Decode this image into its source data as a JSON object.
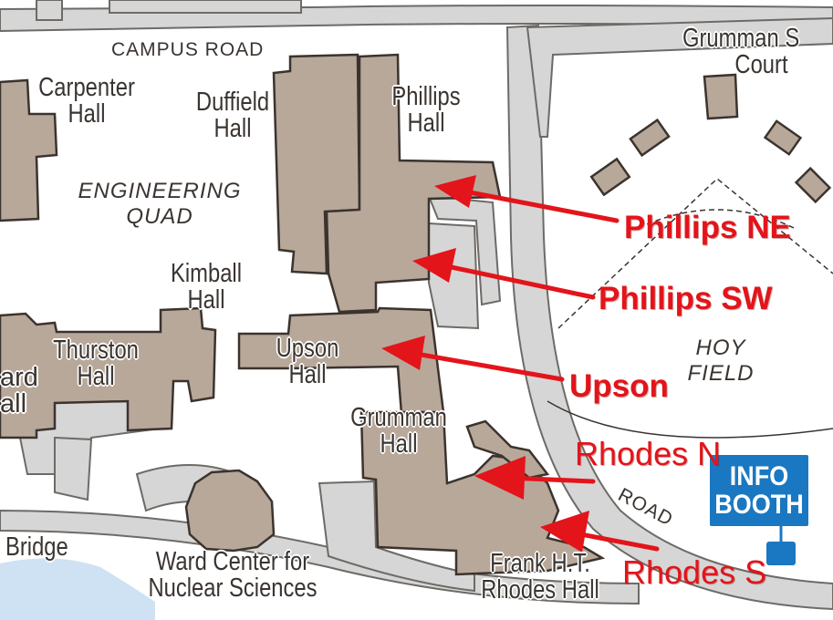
{
  "roads": {
    "campus_road": "CAMPUS ROAD",
    "hoy_road": "ROAD"
  },
  "areas": {
    "engineering_quad": [
      "ENGINEERING",
      "QUAD"
    ],
    "hoy_field": [
      "HOY",
      "FIELD"
    ]
  },
  "buildings": {
    "carpenter": [
      "Carpenter",
      "Hall"
    ],
    "duffield": [
      "Duffield",
      "Hall"
    ],
    "phillips": [
      "Phillips",
      "Hall"
    ],
    "kimball": [
      "Kimball",
      "Hall"
    ],
    "thurston": [
      "Thurston",
      "Hall"
    ],
    "ward_partial": [
      "ard",
      "all"
    ],
    "upson": [
      "Upson",
      "Hall"
    ],
    "grumman": [
      "Grumman",
      "Hall"
    ],
    "grumman_court": [
      "Grumman S",
      "Court"
    ],
    "ward_center": [
      "Ward Center for",
      "Nuclear Sciences"
    ],
    "rhodes": [
      "Frank H.T.",
      "Rhodes Hall"
    ],
    "bridge": "Bridge"
  },
  "info_booth": [
    "INFO",
    "BOOTH"
  ],
  "callouts": {
    "phillips_ne": "Phillips NE",
    "phillips_sw": "Phillips SW",
    "upson": "Upson",
    "rhodes_n": "Rhodes N",
    "rhodes_s": "Rhodes S"
  },
  "colors": {
    "building_fill": "#b8a89a",
    "building_stroke": "#3b332e",
    "road_gray": "#d6d6d6",
    "water_blue": "#cfe2f3",
    "arrow_red": "#e3141a",
    "info_blue": "#1a78c2"
  }
}
